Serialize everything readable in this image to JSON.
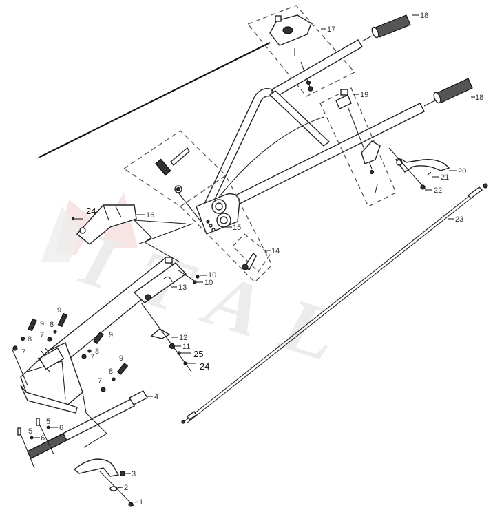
{
  "diagram": {
    "type": "exploded-parts-diagram",
    "subject": "handlebar and steering column assembly",
    "watermark": "ITAL",
    "colors": {
      "line": "#222222",
      "dash": "#555555",
      "watermark": "#ececec",
      "watermark_logo": "#f3d9d9",
      "background": "#ffffff"
    }
  },
  "callouts": [
    {
      "id": "c1",
      "label": "1"
    },
    {
      "id": "c2",
      "label": "2"
    },
    {
      "id": "c3",
      "label": "3"
    },
    {
      "id": "c4",
      "label": "4"
    },
    {
      "id": "c5a",
      "label": "5"
    },
    {
      "id": "c5b",
      "label": "5"
    },
    {
      "id": "c6a",
      "label": "6"
    },
    {
      "id": "c6b",
      "label": "6"
    },
    {
      "id": "c7a",
      "label": "7"
    },
    {
      "id": "c7b",
      "label": "7"
    },
    {
      "id": "c7c",
      "label": "7"
    },
    {
      "id": "c7d",
      "label": "7"
    },
    {
      "id": "c8a",
      "label": "8"
    },
    {
      "id": "c8b",
      "label": "8"
    },
    {
      "id": "c8c",
      "label": "8"
    },
    {
      "id": "c8d",
      "label": "8"
    },
    {
      "id": "c9a",
      "label": "9"
    },
    {
      "id": "c9b",
      "label": "9"
    },
    {
      "id": "c9c",
      "label": "9"
    },
    {
      "id": "c9d",
      "label": "9"
    },
    {
      "id": "c10a",
      "label": "10"
    },
    {
      "id": "c10b",
      "label": "10"
    },
    {
      "id": "c11",
      "label": "11"
    },
    {
      "id": "c12",
      "label": "12"
    },
    {
      "id": "c13",
      "label": "13"
    },
    {
      "id": "c14",
      "label": "14"
    },
    {
      "id": "c15",
      "label": "15"
    },
    {
      "id": "c16",
      "label": "16"
    },
    {
      "id": "c17",
      "label": "17"
    },
    {
      "id": "c18a",
      "label": "18"
    },
    {
      "id": "c18b",
      "label": "18"
    },
    {
      "id": "c19",
      "label": "19"
    },
    {
      "id": "c20",
      "label": "20"
    },
    {
      "id": "c21",
      "label": "21"
    },
    {
      "id": "c22",
      "label": "22"
    },
    {
      "id": "c23",
      "label": "23"
    },
    {
      "id": "c24a",
      "label": "24"
    },
    {
      "id": "c24b",
      "label": "24"
    },
    {
      "id": "c25",
      "label": "25"
    }
  ]
}
